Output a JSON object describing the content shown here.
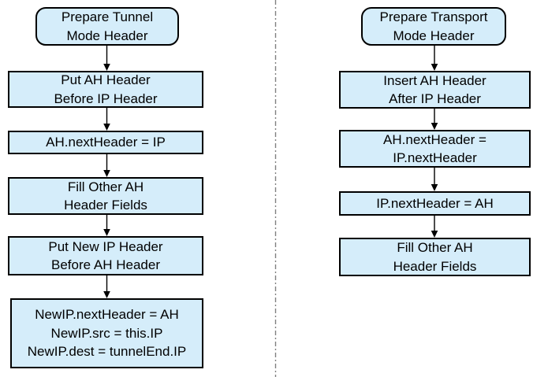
{
  "left": {
    "start": "Prepare Tunnel\nMode Header",
    "steps": [
      "Put AH Header\nBefore IP Header",
      "AH.nextHeader = IP",
      "Fill Other AH\nHeader Fields",
      "Put New IP Header\nBefore AH Header",
      "NewIP.nextHeader = AH\nNewIP.src = this.IP\nNewIP.dest = tunnelEnd.IP"
    ]
  },
  "right": {
    "start": "Prepare Transport\nMode Header",
    "steps": [
      "Insert AH Header\nAfter IP Header",
      "AH.nextHeader =\nIP.nextHeader",
      "IP.nextHeader = AH",
      "Fill Other AH\nHeader Fields"
    ]
  },
  "colors": {
    "box_fill": "#d5edfa",
    "box_border": "#000000",
    "arrow": "#000000",
    "divider": "#808080",
    "background": "#ffffff"
  }
}
